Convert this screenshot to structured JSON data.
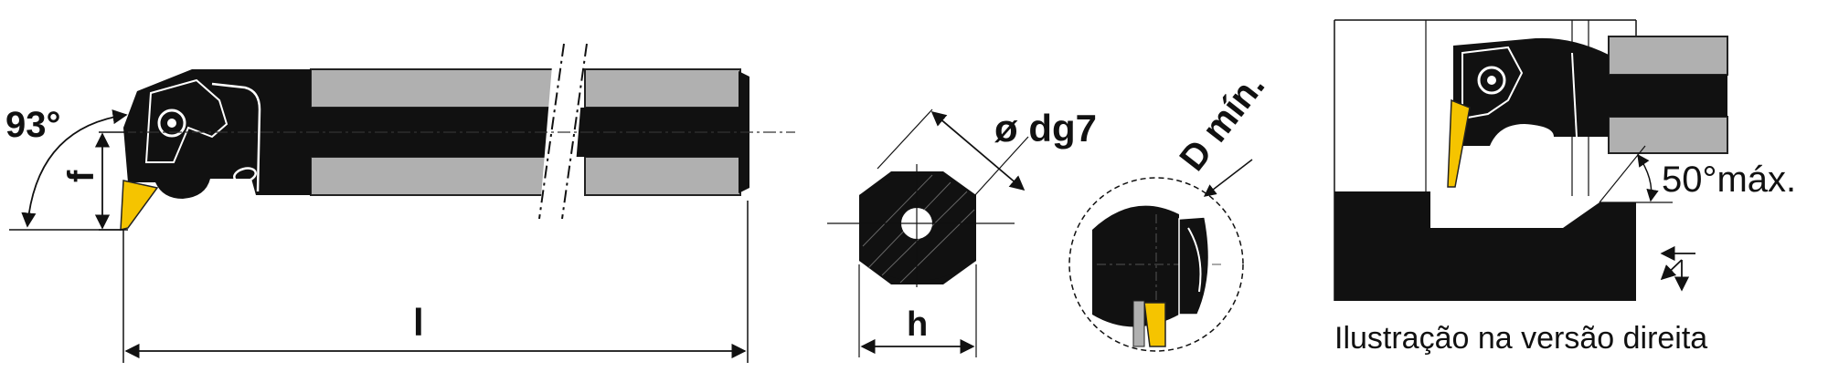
{
  "side_view": {
    "angle_label": "93°",
    "f_label": "f",
    "length_label": "l"
  },
  "section_view": {
    "diameter_label": "ø dg7",
    "h_label": "h"
  },
  "bore_view": {
    "d_min_label": "D mín."
  },
  "detail_view": {
    "angle_label": "50°máx.",
    "caption": "Ilustração na versão direita"
  },
  "colors": {
    "body": "#111111",
    "shank_gray": "#b0b0b0",
    "insert_yellow": "#f5c400",
    "outline": "#222222"
  }
}
